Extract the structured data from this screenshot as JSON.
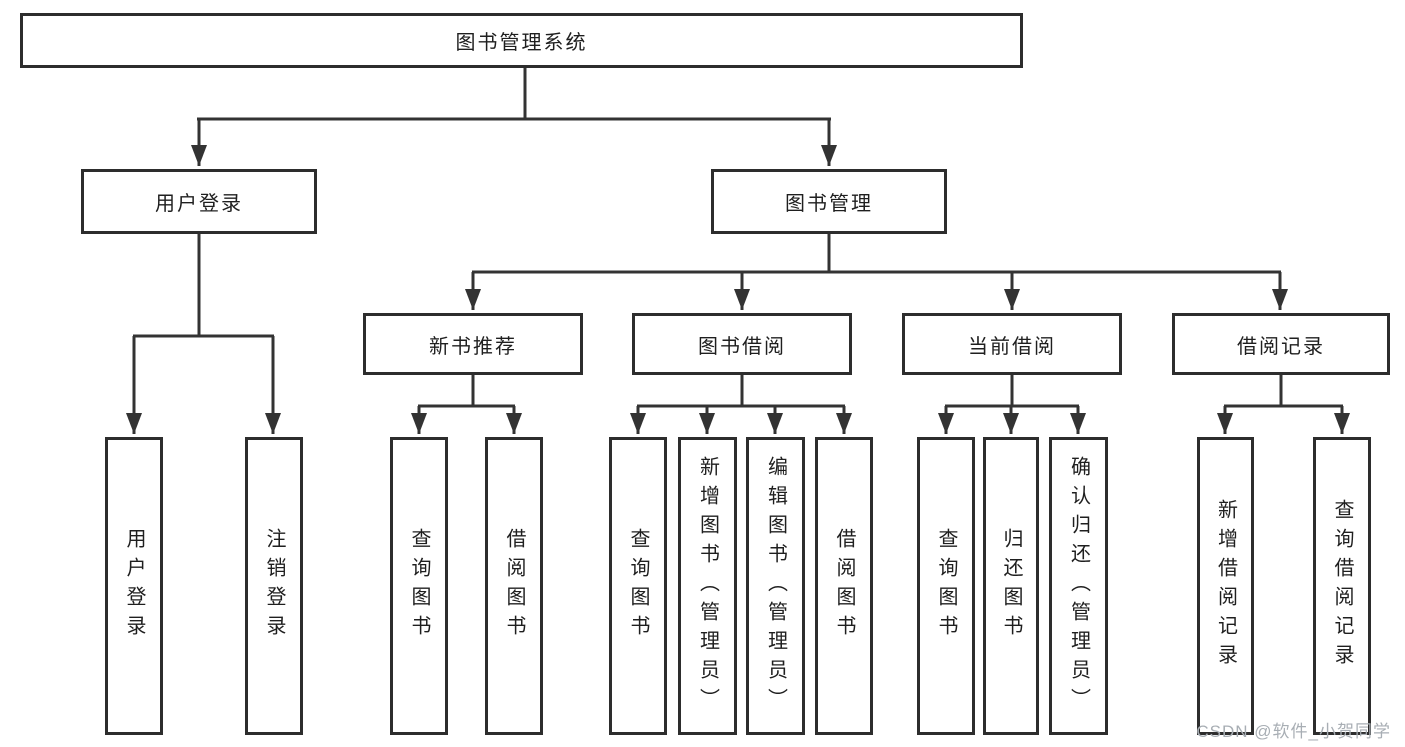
{
  "root": {
    "label": "图书管理系统"
  },
  "level2": [
    {
      "label": "用户登录"
    },
    {
      "label": "图书管理"
    }
  ],
  "level3": [
    {
      "label": "新书推荐"
    },
    {
      "label": "图书借阅"
    },
    {
      "label": "当前借阅"
    },
    {
      "label": "借阅记录"
    }
  ],
  "leaves": {
    "user_login": [
      "用户登录",
      "注销登录"
    ],
    "new_book_recommend": [
      "查询图书",
      "借阅图书"
    ],
    "book_borrow": [
      "查询图书",
      "新增图书（管理员）",
      "编辑图书（管理员）",
      "借阅图书"
    ],
    "current_borrow": [
      "查询图书",
      "归还图书",
      "确认归还（管理员）"
    ],
    "borrow_records": [
      "新增借阅记录",
      "查询借阅记录"
    ]
  },
  "watermark": "CSDN @软件_小贺同学",
  "colors": {
    "line": "#333333",
    "border": "#2d2d2d",
    "text": "#1f1f1f",
    "watermark": "#a8aeb4",
    "background": "#ffffff"
  }
}
